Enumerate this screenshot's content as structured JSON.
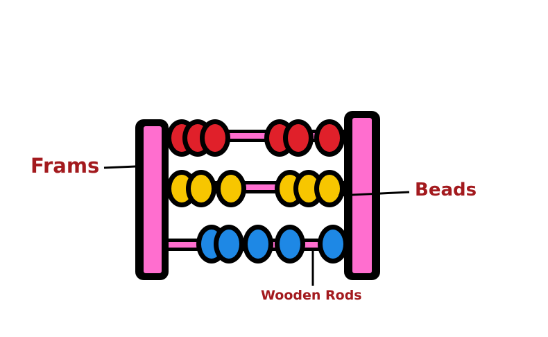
{
  "labels": {
    "frames": "Frams",
    "beads": "Beads",
    "rods": "Wooden Rods"
  },
  "colors": {
    "frame": "#ff6ecf",
    "rod": "#ff6ecf",
    "outline": "#000000",
    "label": "#a31a1e",
    "bead_rows": [
      "#e0202a",
      "#f7c600",
      "#1e88e5"
    ]
  },
  "bead_rows": [
    {
      "color": "red",
      "count": 6
    },
    {
      "color": "yellow",
      "count": 6
    },
    {
      "color": "blue",
      "count": 5
    }
  ]
}
